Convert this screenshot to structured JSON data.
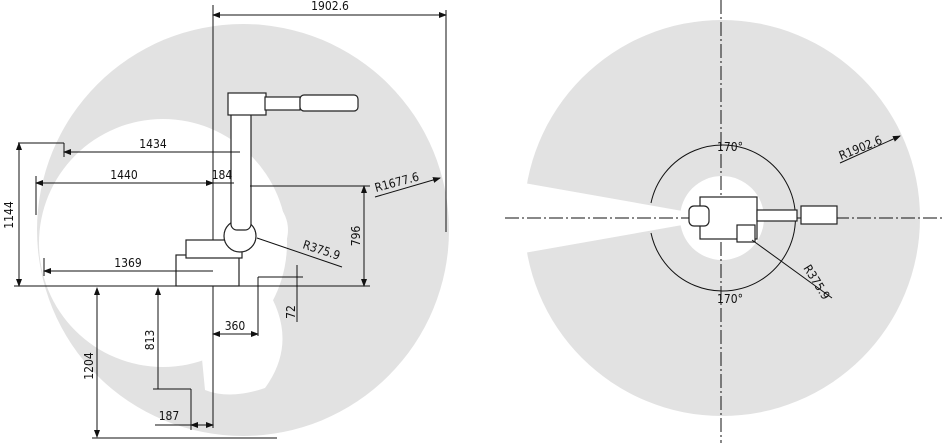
{
  "side_view": {
    "dims": {
      "top_reach": "1902.6",
      "reach_1434": "1434",
      "reach_1440": "1440",
      "offset_184": "184",
      "height_1144": "1144",
      "radius_outer": "R1677.6",
      "height_796": "796",
      "radius_inner": "R375.9",
      "reach_1369": "1369",
      "height_72": "72",
      "offset_360": "360",
      "depth_813": "813",
      "depth_1204": "1204",
      "offset_187": "187"
    }
  },
  "top_view": {
    "dims": {
      "angle_top": "170°",
      "angle_bottom": "170°",
      "radius_outer": "R1902.6",
      "radius_inner": "R375.9"
    }
  },
  "colors": {
    "envelope": "#e2e2e2",
    "line": "#111111"
  }
}
